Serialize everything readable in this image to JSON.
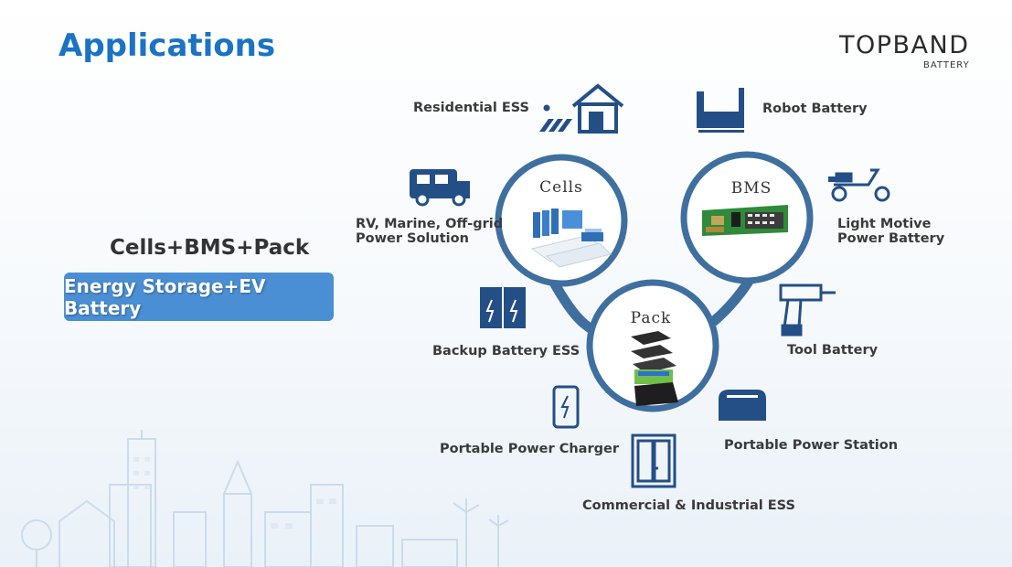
{
  "header": {
    "title": "Applications"
  },
  "logo": {
    "name": "TOPBAND",
    "sub": "BATTERY"
  },
  "left": {
    "headline": "Cells+BMS+Pack",
    "badge": "Energy Storage+EV Battery"
  },
  "circles": {
    "cells": "Cells",
    "bms": "BMS",
    "pack": "Pack"
  },
  "applications": {
    "residential": "Residential ESS",
    "robot": "Robot Battery",
    "rv_line1": "RV, Marine, Off-grid",
    "rv_line2": "Power Solution",
    "light_line1": "Light Motive",
    "light_line2": "Power Battery",
    "backup": "Backup Battery ESS",
    "tool": "Tool Battery",
    "charger": "Portable Power Charger",
    "station": "Portable Power Station",
    "commercial": "Commercial & Industrial ESS"
  },
  "colors": {
    "accent": "#1a73c4",
    "ring": "#3f6f9f",
    "icon": "#244f86",
    "badge": "#4a8fd3"
  }
}
